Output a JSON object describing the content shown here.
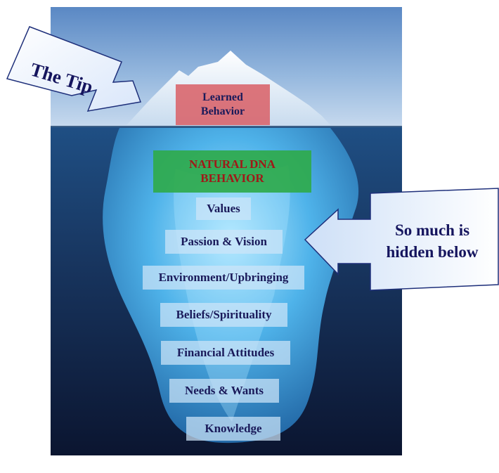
{
  "callouts": {
    "tip": "The Tip",
    "hidden_line1": "So much is",
    "hidden_line2": "hidden below"
  },
  "labels": {
    "learned_line1": "Learned",
    "learned_line2": "Behavior",
    "natural_line1": "NATURAL DNA",
    "natural_line2": "BEHAVIOR",
    "values": "Values",
    "passion": "Passion & Vision",
    "environment": "Environment/Upbringing",
    "beliefs": "Beliefs/Spirituality",
    "financial": "Financial Attitudes",
    "needs": "Needs & Wants",
    "knowledge": "Knowledge"
  },
  "colors": {
    "learned_box": "#d9636a",
    "natural_box": "#2faa4c",
    "natural_text": "#a01818",
    "label_text": "#1a1a5a",
    "callout_text": "#15155e"
  }
}
